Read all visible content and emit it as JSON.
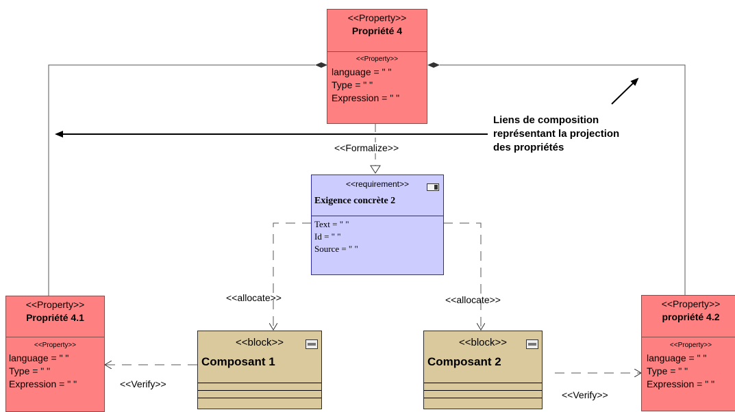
{
  "property4": {
    "stereotype": "<<Property>>",
    "name": "Propriété 4",
    "attr_stereotype": "<<Property>>",
    "attributes": [
      "language = \" \"",
      "Type = \" \"",
      "Expression = \" \""
    ]
  },
  "property41": {
    "stereotype": "<<Property>>",
    "name": "Propriété 4.1",
    "attr_stereotype": "<<Property>>",
    "attributes": [
      "language = \" \"",
      "Type = \" \"",
      "Expression = \" \""
    ]
  },
  "property42": {
    "stereotype": "<<Property>>",
    "name": "propriété 4.2",
    "attr_stereotype": "<<Property>>",
    "attributes": [
      "language = \" \"",
      "Type = \" \"",
      "Expression = \" \""
    ]
  },
  "requirement": {
    "stereotype": "<<requirement>>",
    "name": "Exigence concrète 2",
    "attributes": [
      "Text = \" \"",
      "Id = \" \"",
      "Source = \" \""
    ]
  },
  "block1": {
    "stereotype": "<<block>>",
    "name": "Composant 1"
  },
  "block2": {
    "stereotype": "<<block>>",
    "name": "Composant 2"
  },
  "labels": {
    "formalize": "<<Formalize>>",
    "allocate_left": "<<allocate>>",
    "allocate_right": "<<allocate>>",
    "verify_left": "<<Verify>>",
    "verify_right": "<<Verify>>"
  },
  "note": {
    "lines": [
      "Liens de composition",
      "représentant la projection",
      "des propriétés"
    ]
  },
  "colors": {
    "property": "#ff8080",
    "requirement": "#ccccff",
    "block": "#d9c99d"
  }
}
